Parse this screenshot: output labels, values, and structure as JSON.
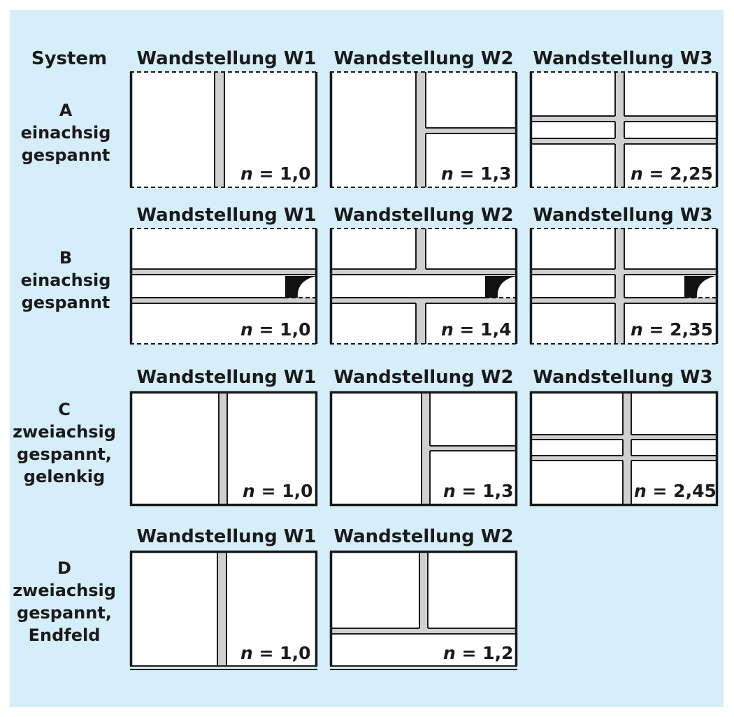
{
  "header": {
    "system_label": "System",
    "w1": "Wandstellung W1",
    "w2": "Wandstellung W2",
    "w3": "Wandstellung W3"
  },
  "n_prefix": "n",
  "rows": [
    {
      "letter": "A",
      "lines": [
        "einachsig",
        "gespannt"
      ],
      "cells": [
        {
          "wall": "W1",
          "n_value": "= 1,0"
        },
        {
          "wall": "W2",
          "n_value": "= 1,3"
        },
        {
          "wall": "W3",
          "n_value": "= 2,25"
        }
      ]
    },
    {
      "letter": "B",
      "lines": [
        "einachsig",
        "gespannt"
      ],
      "cells": [
        {
          "wall": "W1",
          "n_value": "= 1,0"
        },
        {
          "wall": "W2",
          "n_value": "= 1,4"
        },
        {
          "wall": "W3",
          "n_value": "= 2,35"
        }
      ]
    },
    {
      "letter": "C",
      "lines": [
        "zweiachsig",
        "gespannt,",
        "gelenkig"
      ],
      "cells": [
        {
          "wall": "W1",
          "n_value": "= 1,0"
        },
        {
          "wall": "W2",
          "n_value": "= 1,3"
        },
        {
          "wall": "W3",
          "n_value": "= 2,45"
        }
      ]
    },
    {
      "letter": "D",
      "lines": [
        "zweiachsig",
        "gespannt,",
        "Endfeld"
      ],
      "cells": [
        {
          "wall": "W1",
          "n_value": "= 1,0"
        },
        {
          "wall": "W2",
          "n_value": "= 1,2"
        }
      ]
    }
  ],
  "colors": {
    "background": "#d5eef9",
    "wall": "#d0d0d0",
    "line": "#1a1a1a",
    "field": "#ffffff"
  }
}
